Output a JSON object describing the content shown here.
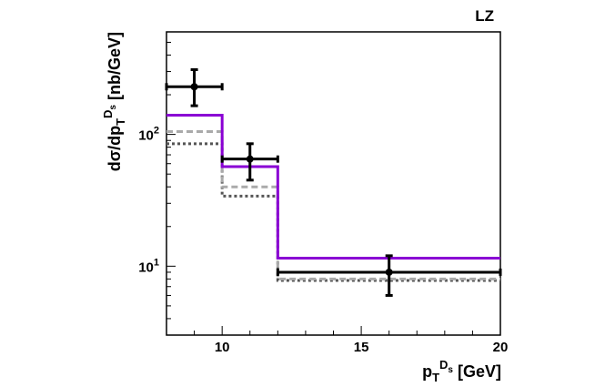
{
  "chart_data": {
    "type": "line",
    "title": "",
    "annotation": "LZ",
    "xlabel": {
      "p": "p",
      "sub": "T",
      "sup": "D",
      "supsub": "s",
      "unit": "[GeV]"
    },
    "ylabel": {
      "pre": "dσ/dp",
      "sub": "T",
      "sup": "D",
      "supsub": "s",
      "unit": "[nb/GeV]"
    },
    "xlim": [
      8,
      20
    ],
    "ylim": [
      3,
      600
    ],
    "yscale": "log",
    "xticks": [
      10,
      15,
      20
    ],
    "yticks_labeled": [
      {
        "value": 10,
        "base": "10",
        "exp": "1"
      },
      {
        "value": 100,
        "base": "10",
        "exp": "2"
      }
    ],
    "grid": false,
    "bin_edges": [
      8,
      10,
      12,
      20
    ],
    "series": [
      {
        "style": "solid",
        "color": "#8A00D4",
        "values": [
          140,
          57,
          11.5
        ]
      },
      {
        "style": "dashed",
        "color": "#AAAAAA",
        "values": [
          105,
          40,
          8.0
        ]
      },
      {
        "style": "dotted",
        "color": "#555555",
        "values": [
          85,
          34,
          7.8
        ]
      }
    ],
    "data_points": [
      {
        "x": 9,
        "y": 230,
        "xerr": [
          8,
          10
        ],
        "yerr": [
          165,
          310
        ]
      },
      {
        "x": 11,
        "y": 65,
        "xerr": [
          10,
          12
        ],
        "yerr": [
          45,
          85
        ]
      },
      {
        "x": 16,
        "y": 9,
        "xerr": [
          12,
          20
        ],
        "yerr": [
          6,
          12
        ]
      }
    ]
  }
}
